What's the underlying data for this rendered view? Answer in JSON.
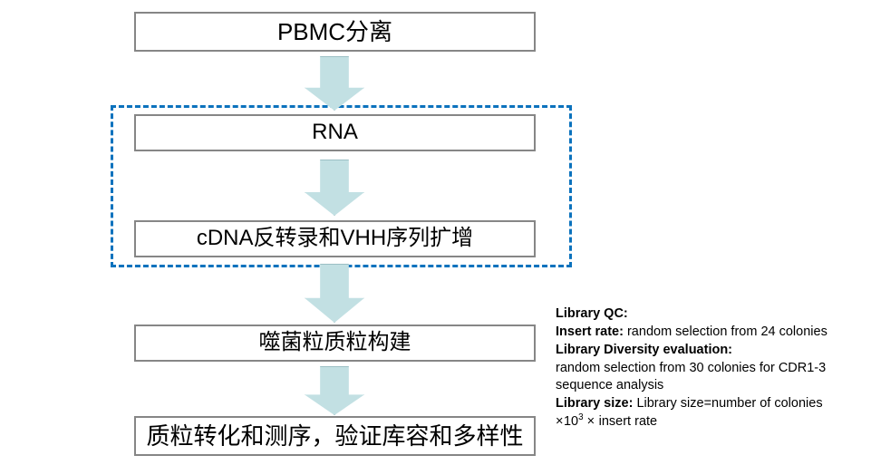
{
  "diagram": {
    "title_present": false,
    "colors": {
      "arrow_fill": "#c2e0e3",
      "arrow_border": "#9bbfc4",
      "box_border": "#868686",
      "group_dashed_border": "#0b72bd",
      "background": "#ffffff",
      "text": "#000000"
    },
    "nodes": [
      {
        "id": "pbmc",
        "label": "PBMC分离"
      },
      {
        "id": "rna",
        "label": "RNA"
      },
      {
        "id": "cdna",
        "label": "cDNA反转录和VHH序列扩增"
      },
      {
        "id": "phage",
        "label": "噬菌粒质粒构建"
      },
      {
        "id": "trans",
        "label": "质粒转化和测序，验证库容和多样性"
      }
    ],
    "arrows": [
      {
        "id": "arrow-1",
        "from": "pbmc",
        "to": "rna",
        "direction": "down"
      },
      {
        "id": "arrow-2",
        "from": "rna",
        "to": "cdna",
        "direction": "down"
      },
      {
        "id": "arrow-3",
        "from": "cdna",
        "to": "phage",
        "direction": "down"
      },
      {
        "id": "arrow-4",
        "from": "phage",
        "to": "trans",
        "direction": "down"
      }
    ],
    "group": {
      "id": "dashed-group",
      "style": "dashed",
      "contains": [
        "rna",
        "cdna"
      ],
      "label": ""
    }
  },
  "notes": {
    "lines": [
      {
        "bold_prefix": "Library QC:",
        "rest": ""
      },
      {
        "bold_prefix": "Insert rate:",
        "rest": " random selection from 24 colonies"
      },
      {
        "bold_prefix": "Library Diversity evaluation:",
        "rest": ""
      },
      {
        "bold_prefix": "",
        "rest": "random selection from 30 colonies for CDR1-3"
      },
      {
        "bold_prefix": "",
        "rest": "sequence analysis"
      },
      {
        "bold_prefix": "Library size:",
        "rest": " Library size=number of colonies"
      }
    ],
    "formula": {
      "times_1": "×",
      "base": "10",
      "exponent": "3",
      "times_2": "×",
      "tail": "insert rate"
    }
  }
}
